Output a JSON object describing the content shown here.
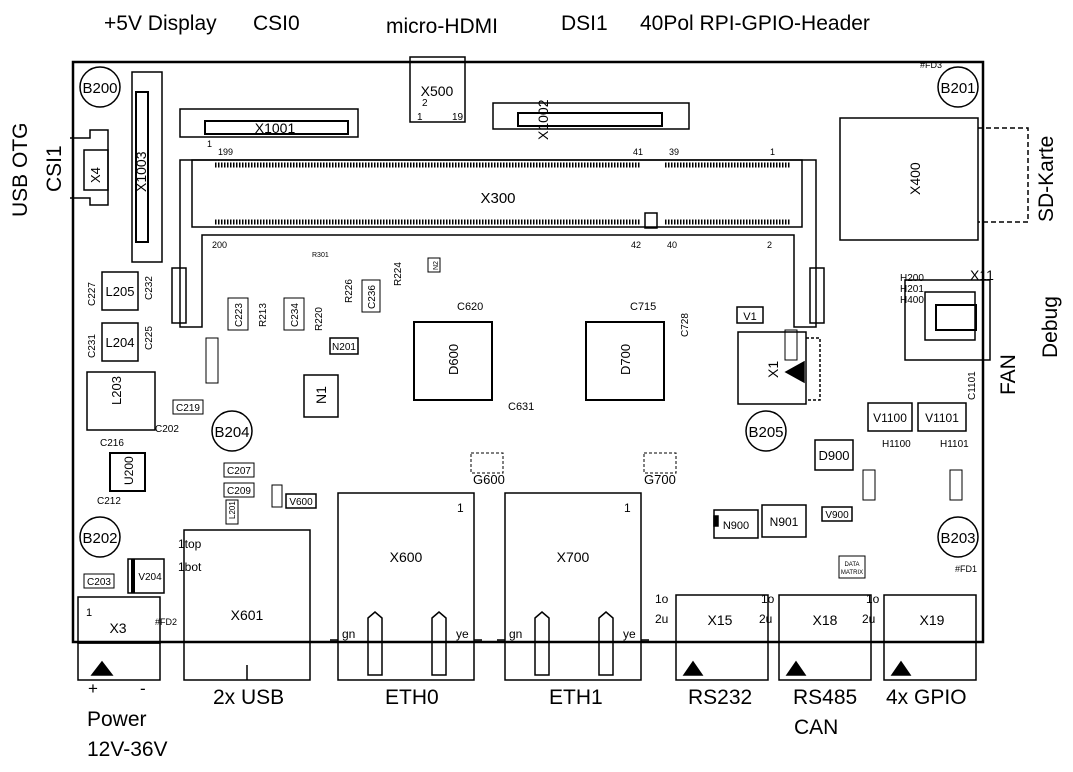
{
  "outer_labels": {
    "display_5v": "+5V Display",
    "csi0": "CSI0",
    "micro_hdmi": "micro-HDMI",
    "dsi1": "DSI1",
    "gpio_header": "40Pol RPI-GPIO-Header",
    "usb_otg": "USB OTG",
    "csi1": "CSI1",
    "sd_karte": "SD-Karte",
    "debug": "Debug",
    "fan": "FAN",
    "plus": "+",
    "minus": "-",
    "power": "Power",
    "power_range": "12V-36V",
    "usb2x": "2x USB",
    "eth0": "ETH0",
    "eth1": "ETH1",
    "rs232": "RS232",
    "rs485": "RS485",
    "can": "CAN",
    "gpio4x": "4x GPIO"
  },
  "mounting_holes": [
    "B200",
    "B201",
    "B202",
    "B203",
    "B204",
    "B205"
  ],
  "connectors": {
    "x1001": "X1001",
    "x1002": "X1002",
    "x1003": "X1003",
    "x500": "X500",
    "x300": "X300",
    "x400": "X400",
    "x4": "X4",
    "x11": "X11",
    "x1": "X1",
    "x3": "X3",
    "x601": "X601",
    "x600": "X600",
    "x700": "X700",
    "x15": "X15",
    "x18": "X18",
    "x19": "X19"
  },
  "pin_numbers": {
    "p199": "199",
    "p1": "1",
    "p41": "41",
    "p39": "39",
    "p200": "200",
    "p42": "42",
    "p40": "40",
    "p2": "2",
    "p19": "19"
  },
  "ics": {
    "d600": "D600",
    "d700": "D700",
    "n1": "N1",
    "u200": "U200",
    "l203": "L203",
    "l204": "L204",
    "l205": "L205",
    "d900": "D900",
    "n900": "N900",
    "n901": "N901",
    "v1100": "V1100",
    "v1101": "V1101",
    "v1": "V1",
    "v204": "V204",
    "v600": "V600",
    "v900": "V900",
    "n201": "N201"
  },
  "small_parts": {
    "c223": "C223",
    "r213": "R213",
    "c234": "C234",
    "r220": "R220",
    "r226": "R226",
    "c236": "C236",
    "r224": "R224",
    "c227": "C227",
    "c232": "C232",
    "c231": "C231",
    "c225": "C225",
    "c219": "C219",
    "c202": "C202",
    "c216": "C216",
    "c207": "C207",
    "c209": "C209",
    "c212": "C212",
    "c203": "C203",
    "g600": "G600",
    "g700": "G700",
    "c620": "C620",
    "c715": "C715",
    "c631": "C631",
    "c728": "C728",
    "l201": "L201",
    "h200": "H200",
    "h201": "H201",
    "h400": "H400",
    "h1100": "H1100",
    "h1101": "H1101",
    "c1101": "C1101",
    "fd1": "#FD1",
    "fd2": "#FD2",
    "fd3": "#FD3",
    "r301": "R301",
    "n2": "N2",
    "data_matrix_1": "DATA",
    "data_matrix_2": "MATRIX"
  },
  "port_labels": {
    "top1": "1top",
    "bot1": "1bot",
    "gn": "gn",
    "ye": "ye",
    "o1": "1o",
    "u2": "2u",
    "one": "1"
  }
}
